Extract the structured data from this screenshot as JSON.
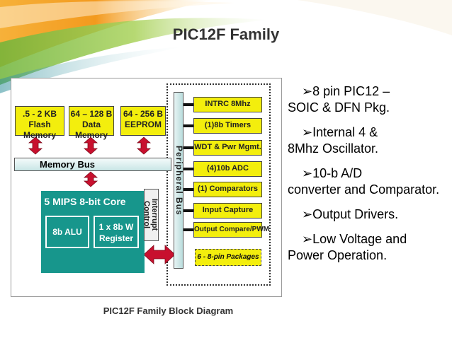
{
  "title": "PIC12F Family",
  "diagram": {
    "memory_blocks": [
      {
        "size": ".5 - 2 KB",
        "name": "Flash Memory"
      },
      {
        "size": "64 – 128 B",
        "name": "Data Memory"
      },
      {
        "size": "64 - 256 B",
        "name": "EEPROM"
      }
    ],
    "memory_bus": "Memory Bus",
    "core": {
      "title": "5 MIPS 8-bit Core",
      "alu": "8b ALU",
      "register_line1": "1 x 8b W",
      "register_line2": "Register"
    },
    "interrupt_control": "Interrupt Control",
    "peripheral_bus": "Peripheral Bus",
    "peripherals": [
      "INTRC 8Mhz",
      "(1)8b Timers",
      "WDT & Pwr Mgmt.",
      "(4)10b ADC",
      "(1) Comparators",
      "Input Capture",
      "Output Compare/PWM"
    ],
    "packages": "6 - 8-pin Packages",
    "caption": "PIC12F Family Block Diagram"
  },
  "bullets": [
    {
      "first": "8 pin PIC12 –",
      "rest": "SOIC & DFN Pkg."
    },
    {
      "first": "Internal 4 &",
      "rest": "8Mhz Oscillator."
    },
    {
      "first": "10-b A/D",
      "rest": "converter and Comparator."
    },
    {
      "first": "Output Drivers.",
      "rest": ""
    },
    {
      "first": "Low Voltage and",
      "rest": "Power Operation."
    }
  ],
  "colors": {
    "block_fill": "#f3ee0d",
    "core_fill": "#17968c",
    "arrow_red": "#c8102e",
    "swoosh_orange": "#f39a1e",
    "swoosh_green": "#8fc23e"
  }
}
